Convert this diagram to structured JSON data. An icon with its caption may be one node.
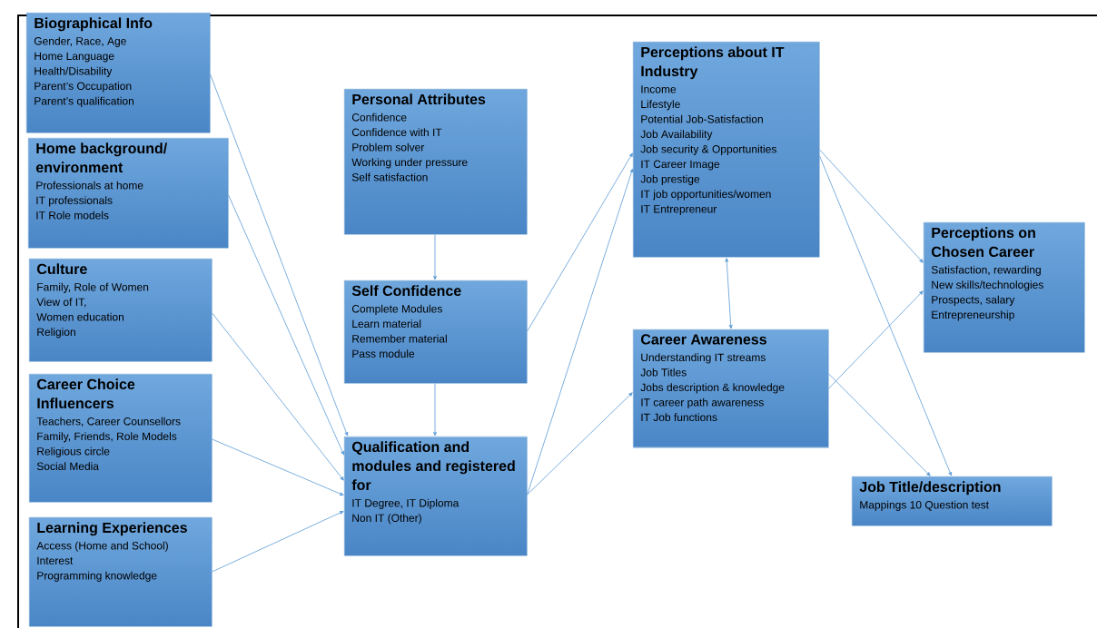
{
  "diagram": {
    "nodes": [
      {
        "text": [
          "Biographical Info",
          "Gender, Race, Age",
          "Home Language",
          "Health/Disability",
          "Parent’s Occupation",
          "Parent’s qualification"
        ]
      },
      {
        "text": [
          "Home background/ environment",
          "Professionals at home",
          "IT professionals",
          "IT Role models"
        ]
      },
      {
        "text": [
          "Culture",
          "Family, Role of Women",
          "View of IT,",
          "Women education",
          "Religion"
        ]
      },
      {
        "text": [
          "Career Choice Influencers",
          "Teachers, Career Counsellors",
          "Family, Friends, Role Models",
          "Religious circle",
          "Social Media"
        ]
      },
      {
        "text": [
          "Learning Experiences",
          "Access (Home and School)",
          "Interest",
          "Programming knowledge"
        ]
      },
      {
        "text": [
          "Personal Attributes",
          "Confidence",
          "Confidence with IT",
          "Problem solver",
          "Working under pressure",
          "Self satisfaction"
        ]
      },
      {
        "text": [
          "Self Confidence",
          "Complete Modules",
          "Learn material",
          "Remember material",
          "Pass module"
        ]
      },
      {
        "text": [
          "Qualification and modules and registered for",
          "IT Degree, IT Diploma",
          "Non IT (Other)"
        ]
      },
      {
        "text": [
          "Perceptions about IT Industry",
          "Income",
          "Lifestyle",
          "Potential Job-Satisfaction",
          "Job Availability",
          "Job security & Opportunities",
          "IT Career Image",
          "Job prestige",
          "IT job opportunities/women",
          "IT Entrepreneur"
        ]
      },
      {
        "text": [
          "Career Awareness",
          "Understanding IT streams",
          "Job Titles",
          "Jobs description & knowledge",
          "IT career path awareness",
          "IT Job functions"
        ]
      },
      {
        "text": [
          "Perceptions on Chosen Career",
          "Satisfaction, rewarding",
          "New skills/technologies",
          "Prospects, salary",
          "Entrepreneurship"
        ]
      },
      {
        "text": [
          "Job Title/description",
          "Mappings 10 Question test"
        ]
      }
    ],
    "edges": [
      {
        "from": 0,
        "to": 7,
        "arrow": "to"
      },
      {
        "from": 1,
        "to": 7,
        "arrow": "to"
      },
      {
        "from": 2,
        "to": 7,
        "arrow": "to"
      },
      {
        "from": 3,
        "to": 7,
        "arrow": "to"
      },
      {
        "from": 4,
        "to": 7,
        "arrow": "to"
      },
      {
        "from": 5,
        "to": 6,
        "arrow": "to"
      },
      {
        "from": 6,
        "to": 7,
        "arrow": "to"
      },
      {
        "from": 6,
        "to": 8,
        "arrow": "to"
      },
      {
        "from": 7,
        "to": 8,
        "arrow": "to"
      },
      {
        "from": 7,
        "to": 9,
        "arrow": "to"
      },
      {
        "from": 8,
        "to": 9,
        "arrow": "both"
      },
      {
        "from": 8,
        "to": 10,
        "arrow": "to"
      },
      {
        "from": 8,
        "to": 11,
        "arrow": "to"
      },
      {
        "from": 9,
        "to": 10,
        "arrow": "to"
      },
      {
        "from": 9,
        "to": 11,
        "arrow": "to"
      }
    ]
  }
}
